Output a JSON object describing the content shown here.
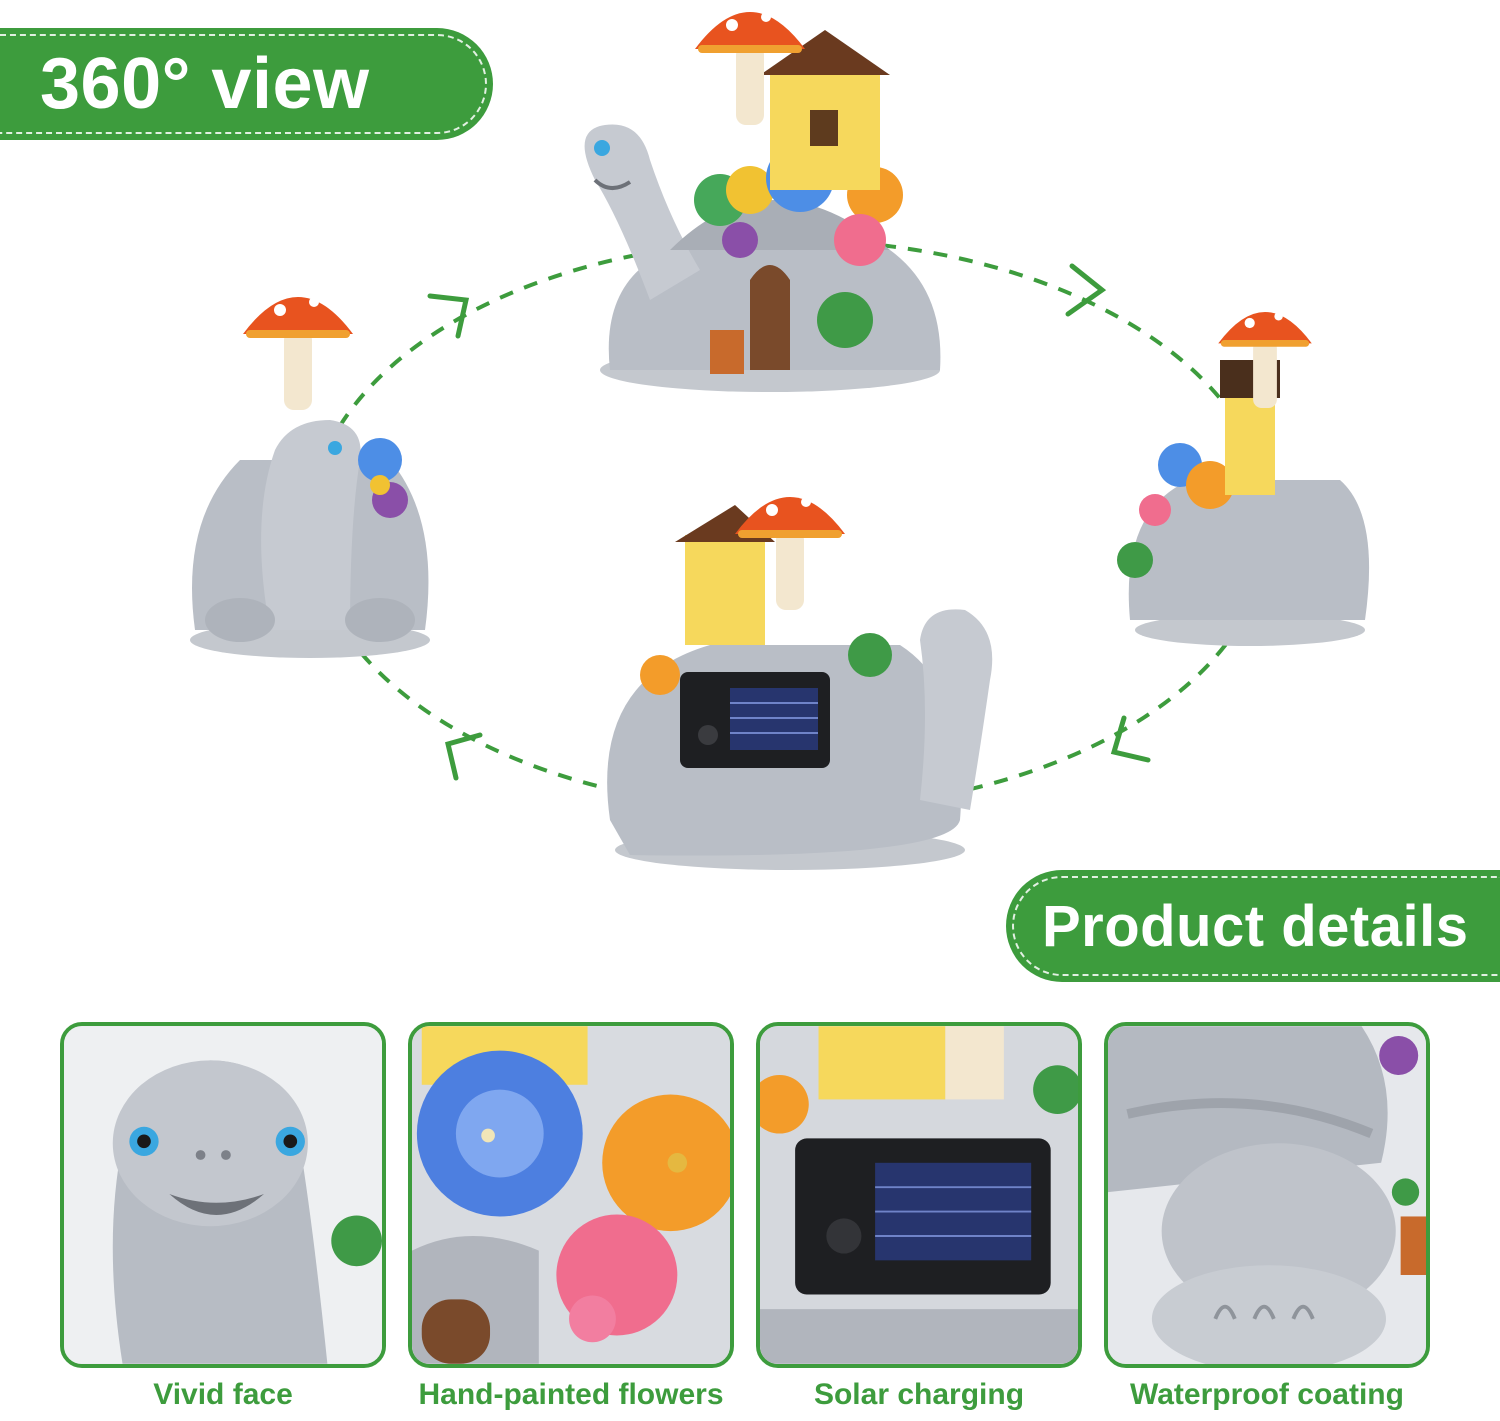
{
  "badges": {
    "view_360": "360° view",
    "product_details": "Product details"
  },
  "details": [
    {
      "caption": "Vivid face",
      "icon": "turtle-face-icon"
    },
    {
      "caption": "Hand-painted flowers",
      "icon": "flowers-icon"
    },
    {
      "caption": "Solar charging",
      "icon": "solar-panel-icon"
    },
    {
      "caption": "Waterproof coating",
      "icon": "turtle-foot-icon"
    }
  ],
  "colors": {
    "accent_green": "#3d9c3d",
    "stone_gray": "#b9bec6",
    "mushroom_red": "#e8531f",
    "house_yellow": "#f6d85c"
  }
}
